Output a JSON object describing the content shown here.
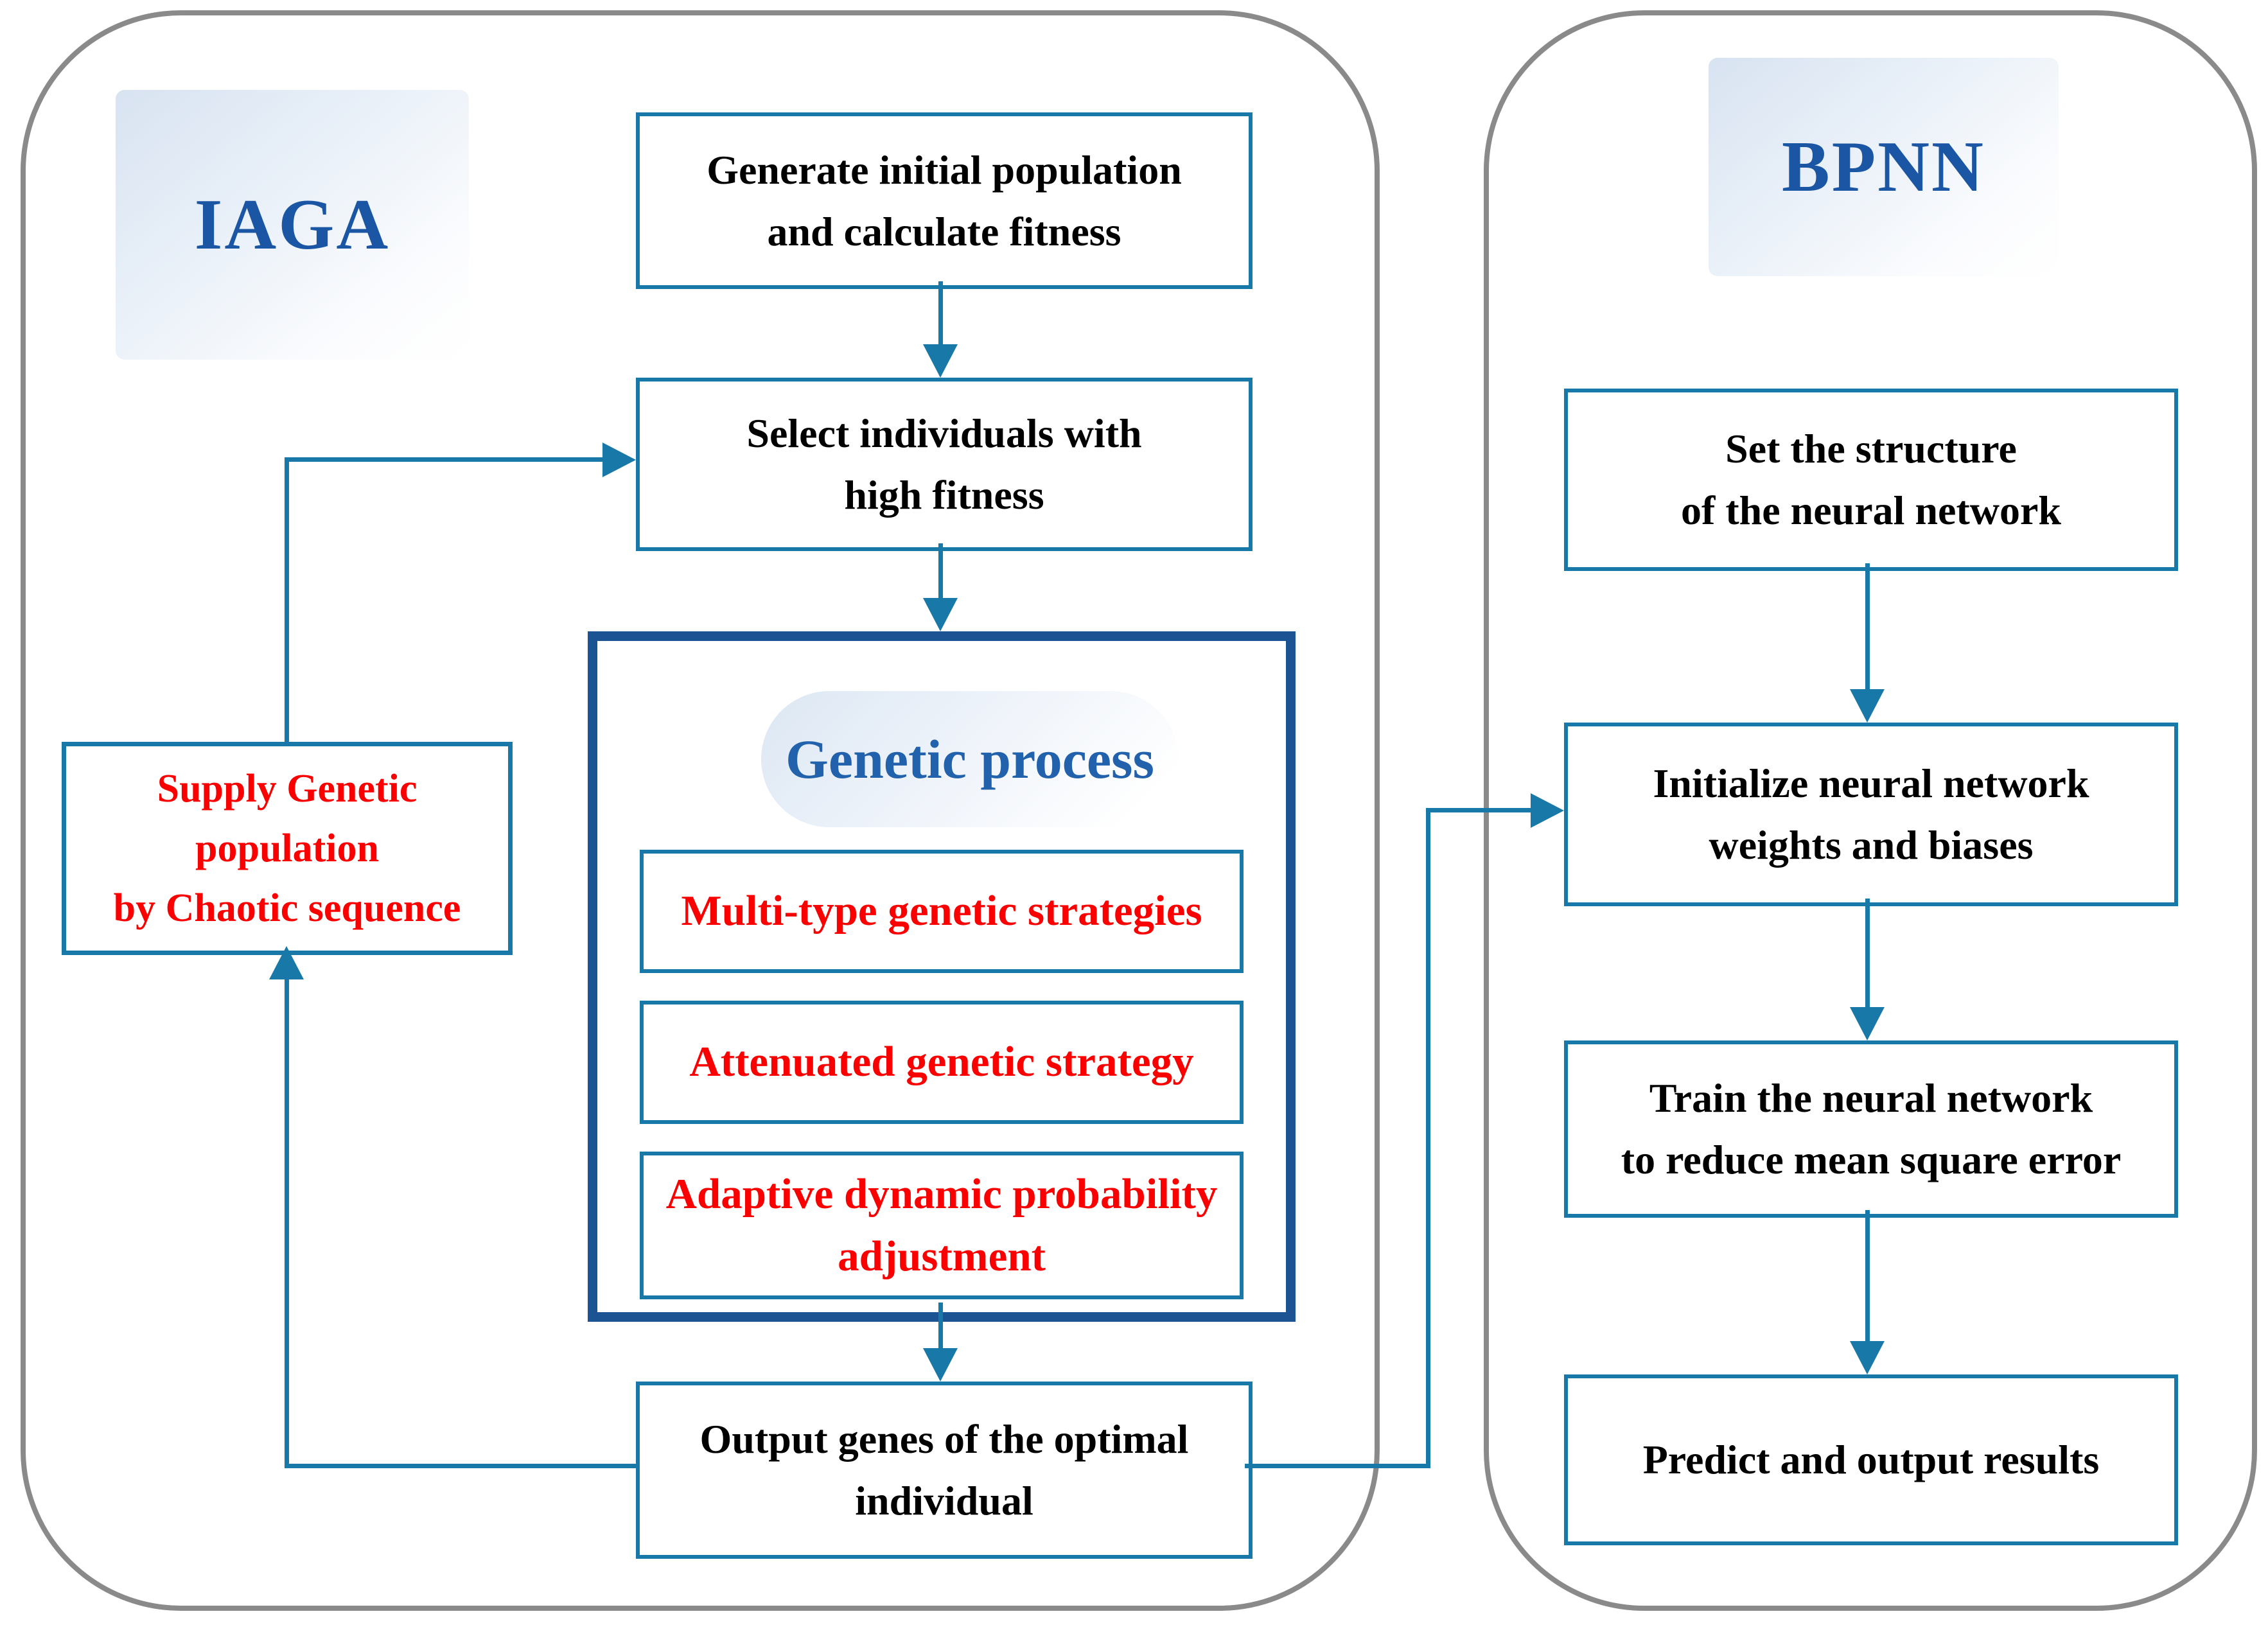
{
  "left_panel": {
    "title": "IAGA",
    "generate_box": "Generate initial population\nand calculate fitness",
    "select_box": "Select individuals with\nhigh fitness",
    "genetic_process": {
      "title": "Genetic process",
      "strategies": [
        "Multi-type genetic strategies",
        "Attenuated genetic strategy",
        "Adaptive dynamic probability\nadjustment"
      ]
    },
    "supply_box": "Supply Genetic\npopulation\nby Chaotic sequence",
    "output_box": "Output genes of the optimal\nindividual"
  },
  "right_panel": {
    "title": "BPNN",
    "set_box": "Set the structure\nof the neural network",
    "initialize_box": "Initialize neural network\nweights and biases",
    "train_box": "Train the neural network\nto reduce mean square error",
    "predict_box": "Predict and output results"
  },
  "colors": {
    "box_border_teal": "#1878a8",
    "thick_border_navy": "#1c5392",
    "panel_border_gray": "#8a8a8a",
    "title_blue": "#1b56a4",
    "genetic_title_blue": "#2262ac",
    "emphasis_red": "#fa0000",
    "body_text_black": "#000000"
  }
}
